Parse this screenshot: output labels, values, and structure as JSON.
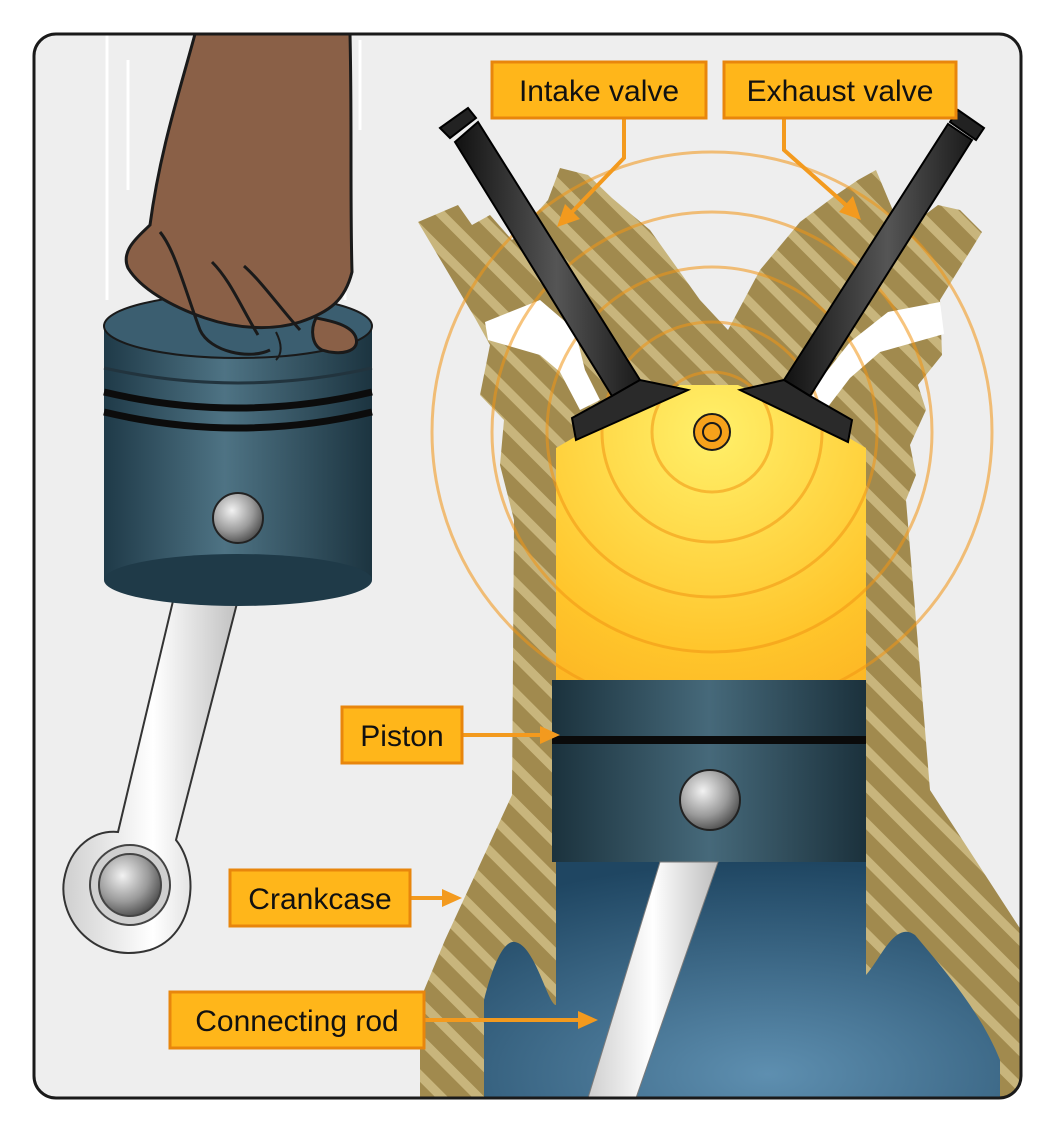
{
  "labels": {
    "intake_valve": "Intake valve",
    "exhaust_valve": "Exhaust valve",
    "piston": "Piston",
    "crankcase": "Crankcase",
    "connecting_rod": "Connecting rod"
  },
  "colors": {
    "frame_background": "#eeeeee",
    "frame_border": "#1a1a1a",
    "cylinder_casting": "#a18a4e",
    "cylinder_hatch": "#c8b57c",
    "combustion_core": "#ffd633",
    "combustion_outer": "#f7a21b",
    "piston_metal": "#2f4f60",
    "crankcase_interior": "#2b5878",
    "label_fill": "#ffb61a",
    "label_border": "#e8860c",
    "arrow": "#f39a1e",
    "skin": "#8a6047"
  }
}
